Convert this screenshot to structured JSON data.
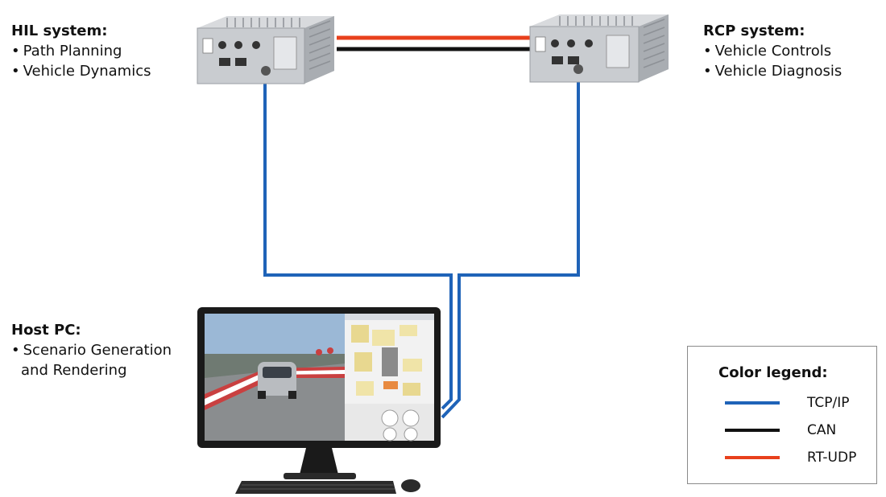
{
  "hil": {
    "title": "HIL system:",
    "items": [
      "Path Planning",
      "Vehicle Dynamics"
    ]
  },
  "rcp": {
    "title": "RCP system:",
    "items": [
      "Vehicle Controls",
      "Vehicle Diagnosis"
    ]
  },
  "host": {
    "title": "Host PC:",
    "line1": "Scenario Generation",
    "line2": "and Rendering"
  },
  "legend": {
    "title": "Color legend:",
    "entries": [
      {
        "label": "TCP/IP",
        "color": "#1f63b8"
      },
      {
        "label": "CAN",
        "color": "#111111"
      },
      {
        "label": "RT-UDP",
        "color": "#e8401c"
      }
    ]
  },
  "colors": {
    "tcp": "#1f63b8",
    "can": "#111111",
    "udp": "#e8401c",
    "device_body": "#b9bcc0",
    "monitor_frame": "#1a1a1a"
  },
  "bullet": "•"
}
